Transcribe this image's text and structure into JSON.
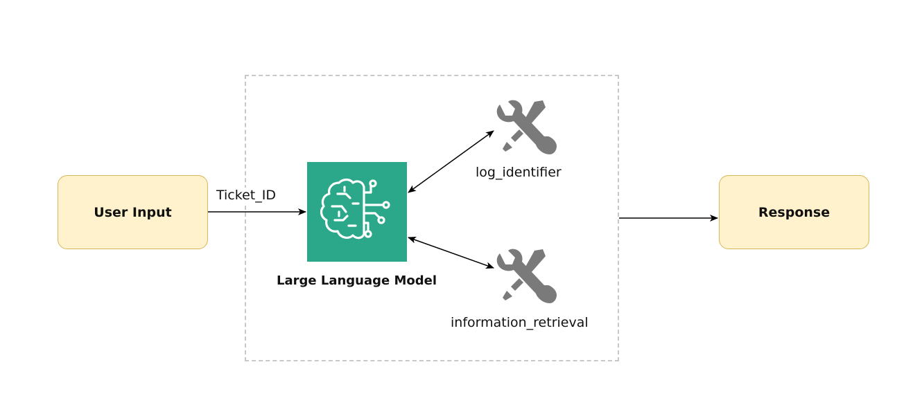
{
  "nodes": {
    "user_input": "User Input",
    "llm": "Large Language Model",
    "response": "Response"
  },
  "tools": [
    {
      "label": "log_identifier",
      "icon": "wrench-screwdriver-icon"
    },
    {
      "label": "information_retrieval",
      "icon": "wrench-screwdriver-icon"
    }
  ],
  "edges": {
    "input_to_llm": "Ticket_ID"
  },
  "colors": {
    "node_fill": "#fff2cc",
    "node_border": "#d6b656",
    "llm_fill": "#2aa889",
    "tool_icon": "#7a7a7a",
    "frame_border": "#c8c8c8"
  }
}
